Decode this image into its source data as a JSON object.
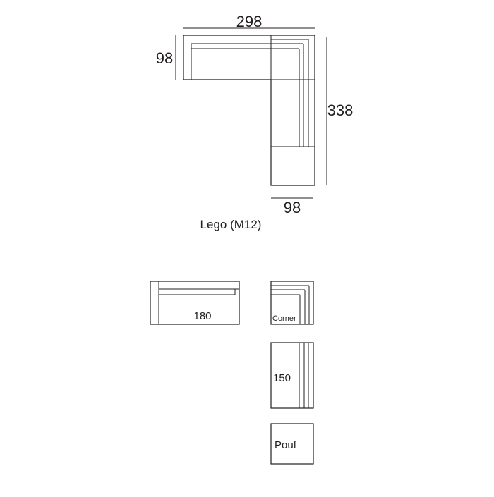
{
  "assembly": {
    "width_dim": "298",
    "depth_dim": "98",
    "length_dim": "338",
    "chaise_width_dim": "98",
    "caption": "Lego (M12)"
  },
  "modules": {
    "sofa_180": "180",
    "corner": "Corner",
    "seat_150": "150",
    "pouf": "Pouf"
  }
}
